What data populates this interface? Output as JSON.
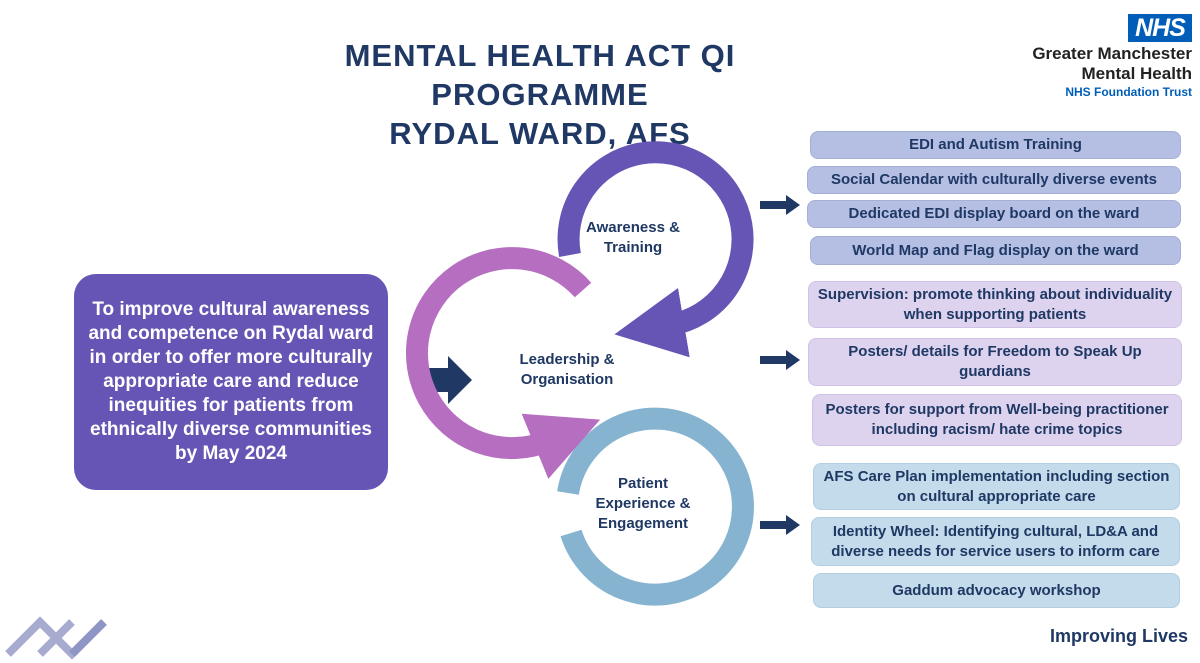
{
  "header": {
    "title_line1": "MENTAL HEALTH ACT QI PROGRAMME",
    "title_line2": "RYDAL WARD, AFS"
  },
  "logo": {
    "nhs": "NHS",
    "org_line1": "Greater Manchester",
    "org_line2": "Mental Health",
    "org_line3": "NHS Foundation Trust"
  },
  "aim": "To improve cultural awareness and competence on Rydal ward in order to offer more culturally appropriate care and reduce inequities for patients from ethnically diverse communities by May 2024",
  "cycle": {
    "awareness": "Awareness & Training",
    "leadership": "Leadership & Organisation",
    "patient": "Patient Experience & Engagement"
  },
  "actions": {
    "awareness": [
      "EDI and Autism Training",
      "Social Calendar with culturally diverse events",
      "Dedicated EDI display board on the ward",
      "World Map and Flag display on the ward"
    ],
    "leadership": [
      "Supervision: promote thinking about individuality when supporting patients",
      "Posters/ details for Freedom to Speak Up guardians",
      "Posters for support from Well-being practitioner including racism/ hate crime topics"
    ],
    "patient": [
      "AFS Care Plan implementation including section on cultural appropriate care",
      "Identity Wheel: Identifying cultural, LD&A and diverse needs for service users to inform care",
      "Gaddum advocacy workshop"
    ]
  },
  "footer": "Improving Lives",
  "colors": {
    "navy": "#1f3864",
    "awareness_ring": "#6655b4",
    "leadership_ring": "#b56ec0",
    "patient_ring": "#86b4d0",
    "nhs_blue": "#005eb8"
  }
}
